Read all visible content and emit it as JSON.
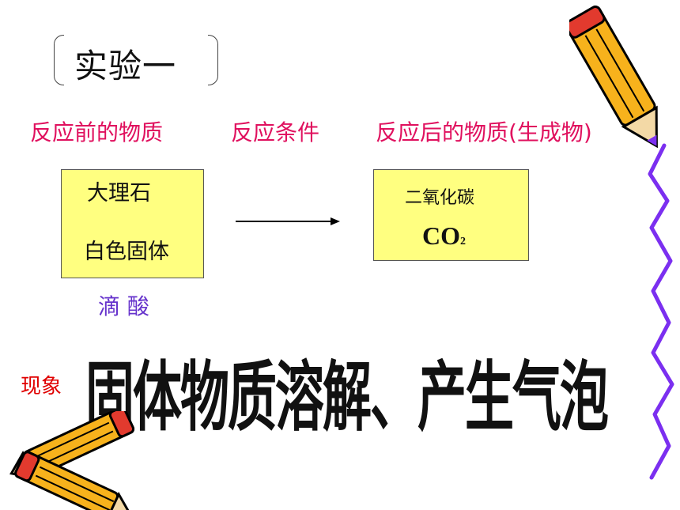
{
  "title": "实验一",
  "headers": {
    "reactants": "反应前的物质",
    "conditions": "反应条件",
    "products": "反应后的物质(生成物)"
  },
  "reactant": {
    "name": "大理石",
    "state": "白色固体"
  },
  "condition": "滴  酸",
  "product": {
    "name": "二氧化碳",
    "formula": "CO",
    "formula_subscript": "2"
  },
  "phenomenon": {
    "label": "现象",
    "text": "固体物质溶解、产生气泡"
  },
  "colors": {
    "header": "#e0105e",
    "condition": "#6633cc",
    "phenomenon_label": "#e00000",
    "box_fill": "#ffff80",
    "squiggle": "#7b2ff0",
    "pencil_body": "#f7b21c"
  },
  "decorations": [
    "pencil-icon",
    "pencils-icon",
    "squiggle-border"
  ]
}
